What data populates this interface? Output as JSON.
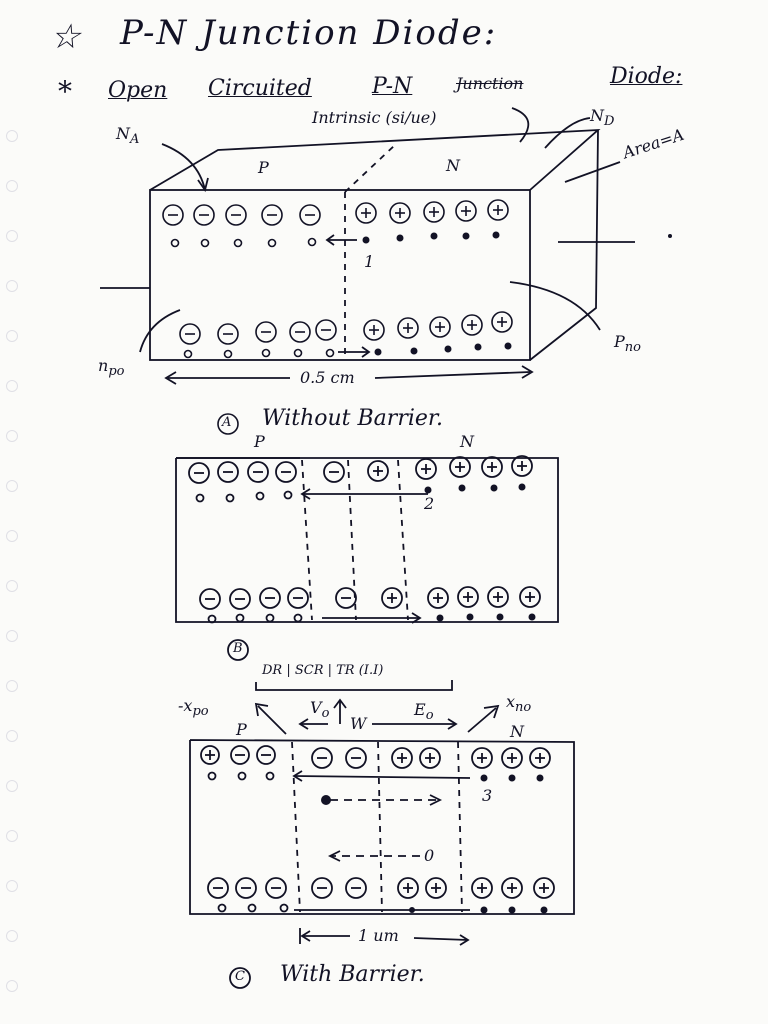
{
  "header": {
    "star": "☆",
    "title": "P-N Junction Diode:"
  },
  "subheader": {
    "asterisk": "*",
    "open": "Open",
    "circuited": "Circuited",
    "pn": "P-N",
    "struck": "Junction",
    "diode": "Diode:"
  },
  "fig_a": {
    "intrinsic": "Intrinsic (si/ue)",
    "na": "N",
    "na_sub": "A",
    "nd": "N",
    "nd_sub": "D",
    "area": "Area=A",
    "p": "P",
    "n": "N",
    "marker": "1",
    "npo": "n",
    "npo_sub": "po",
    "pno": "P",
    "pno_sub": "no",
    "length": "0.5 cm",
    "caption_letter": "A",
    "caption": "Without Barrier."
  },
  "fig_b": {
    "p": "P",
    "n": "N",
    "marker": "2",
    "caption_letter": "B"
  },
  "fig_c": {
    "bracket": "DR | SCR | TR (I.I)",
    "xpo": "-x",
    "xpo_sub": "po",
    "xno": "x",
    "xno_sub": "no",
    "vo": "V",
    "vo_sub": "o",
    "w": "W",
    "eo": "E",
    "eo_sub": "o",
    "p": "P",
    "n": "N",
    "marker": "3",
    "marker0": "0",
    "length": "1 um",
    "caption_letter": "C",
    "caption": "With Barrier."
  },
  "colors": {
    "ink": "#121225",
    "paper": "#fbfbf9"
  }
}
